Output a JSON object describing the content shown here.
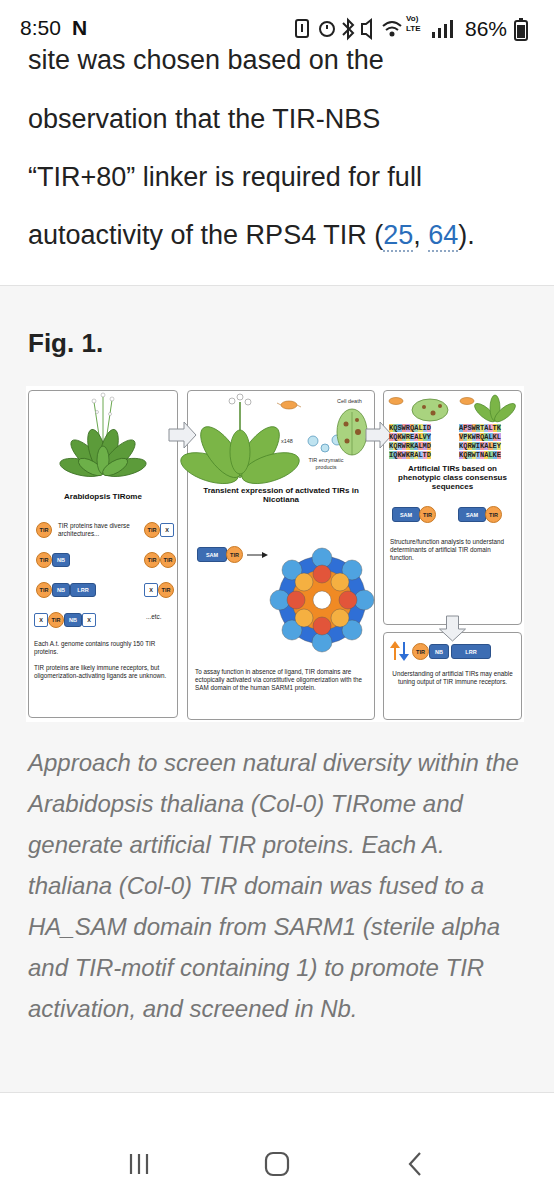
{
  "diagram": {
    "title": "Fig. 1.",
    "caption": "Approach to screen natural diversity within the Arabidopsis thaliana (Col-0) TIRome and generate artificial TIR proteins. Each A. thaliana (Col-0) TIR domain was fused to a HA_SAM domain from SARM1 (sterile alpha and TIR-motif containing 1) to promote TIR activation, and screened in Nb.",
    "nodes": [
      {
        "text": [
          "Arabidopsis TIRome",
          "TIR proteins have diverse architectures...",
          "...etc.",
          "Each A.t. genome contains roughly 150 TIR proteins.",
          "TIR proteins are likely immune receptors, but oligomerization-activating ligands are unknown."
        ]
      },
      {
        "text": [
          "TIR"
        ],
        "in": 0
      },
      {
        "text": [
          "TIR"
        ],
        "in": 0
      },
      {
        "text": [
          "X"
        ],
        "in": 0
      },
      {
        "text": [
          "TIR"
        ],
        "in": 0
      },
      {
        "text": [
          "NB"
        ],
        "in": 0
      },
      {
        "text": [
          "TIR"
        ],
        "in": 0
      },
      {
        "text": [
          "TIR"
        ],
        "in": 0
      },
      {
        "text": [
          "TIR"
        ],
        "in": 0
      },
      {
        "text": [
          "NB"
        ],
        "in": 0
      },
      {
        "text": [
          "LRR"
        ],
        "in": 0
      },
      {
        "text": [
          "X"
        ],
        "in": 0
      },
      {
        "text": [
          "TIR"
        ],
        "in": 0
      },
      {
        "text": [
          "X"
        ],
        "in": 0
      },
      {
        "text": [
          "TIR"
        ],
        "in": 0
      },
      {
        "text": [
          "NB"
        ],
        "in": 0
      },
      {
        "text": [
          "X"
        ],
        "in": 0
      },
      {
        "text": [
          "Transient expression of activated TIRs in Nicotiana",
          "To assay function in absence of ligand, TIR domains are ectopically activated via constitutive oligomerization with the SAM domain of the human SARM1 protein."
        ]
      },
      {
        "text": [
          "SAM"
        ],
        "in": 17
      },
      {
        "text": [
          "TIR"
        ],
        "in": 17
      },
      {
        "text": [
          "Artificial TIRs based on phenotypic class consensus sequences",
          "Structure/function analysis to understand determinants of artificial TIR domain function."
        ]
      },
      {
        "text": [
          "SAM"
        ],
        "in": 20
      },
      {
        "text": [
          "TIR"
        ],
        "in": 20
      },
      {
        "text": [
          "SAM"
        ],
        "in": 20
      },
      {
        "text": [
          "TIR"
        ],
        "in": 20
      },
      {
        "text": [
          "Understanding of artificial TIRs may enable tuning output of TIR immune receptors."
        ]
      },
      {
        "text": [
          "TIR"
        ],
        "in": 25
      },
      {
        "text": [
          "NB"
        ],
        "in": 25
      },
      {
        "text": [
          "LRR"
        ],
        "in": 25
      }
    ],
    "edges": [
      {
        "from": 0,
        "to": 17,
        "arrow": "to"
      },
      {
        "from": 17,
        "to": 20,
        "arrow": "to"
      },
      {
        "from": 20,
        "to": 25,
        "arrow": "to"
      }
    ],
    "labels": [
      "8:50",
      "N",
      "Vo)",
      "LTE",
      "86%",
      "site was chosen based on the",
      "observation that the TIR-NBS",
      "“TIR+80” linker is required for full",
      "autoactivity of the RPS4 TIR (",
      "25",
      ", ",
      "64",
      ").",
      "x148",
      "Cell death",
      "TIR enzymatic products",
      "KQSWRQALID",
      "KQKWREALVY",
      "KQRWRKALMD",
      "IQKWKRALTD",
      "APSWRTALTK",
      "VPKWRQALKL",
      "KQRWIKALEY",
      "KQRWTNALKE"
    ]
  }
}
